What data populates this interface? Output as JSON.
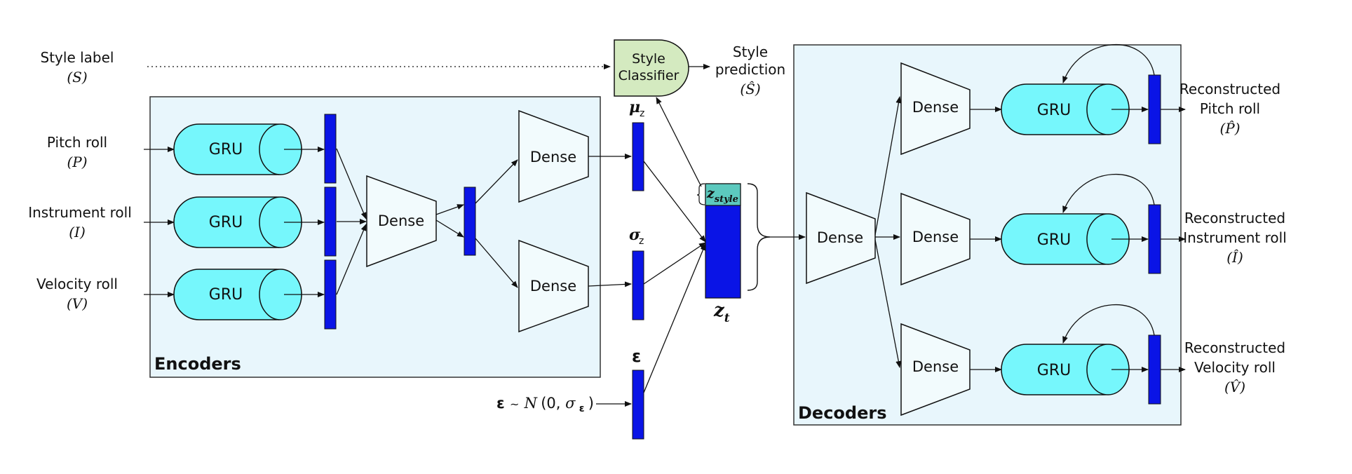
{
  "colors": {
    "panel_fill": "#e8f6fc",
    "panel_stroke": "#333333",
    "gru_fill": "#76f7fc",
    "vector_fill": "#0a14e6",
    "classifier_fill": "#d4eac0",
    "zstyle_fill": "#5cc9be",
    "dense_fill": "#f2fbfd",
    "line": "#111111"
  },
  "inputs": {
    "style_label": "Style label",
    "style_symbol": "(S)",
    "pitch_label": "Pitch roll",
    "pitch_symbol": "(P)",
    "instrument_label": "Instrument roll",
    "instrument_symbol": "(I)",
    "velocity_label": "Velocity roll",
    "velocity_symbol": "(V)"
  },
  "encoders": {
    "title": "Encoders",
    "gru_label": "GRU",
    "dense_label": "Dense"
  },
  "latent": {
    "mu": "μ",
    "mu_sub": "z",
    "sigma": "σ",
    "sigma_sub": "z",
    "epsilon": "ε",
    "noise_eps": "ε",
    "noise_tilde": "~",
    "noise_N": "N",
    "noise_args_open": "(0, ",
    "noise_sigma": "σ",
    "noise_sigma_sub": "ε",
    "noise_close": ")",
    "z_style_main": "z",
    "z_style_sub": "style",
    "z_t_main": "z",
    "z_t_sub": "t"
  },
  "classifier": {
    "line1": "Style",
    "line2": "Classifier",
    "prediction_line1": "Style",
    "prediction_line2": "prediction",
    "prediction_symbol": "(Ŝ)"
  },
  "decoders": {
    "title": "Decoders",
    "gru_label": "GRU",
    "dense_label": "Dense"
  },
  "outputs": {
    "pitch_line1": "Reconstructed",
    "pitch_line2": "Pitch roll",
    "pitch_symbol": "(P̂)",
    "instrument_line1": "Reconstructed",
    "instrument_line2": "Instrument roll",
    "instrument_symbol": "(Î)",
    "velocity_line1": "Reconstructed",
    "velocity_line2": "Velocity roll",
    "velocity_symbol": "(V̂)"
  }
}
